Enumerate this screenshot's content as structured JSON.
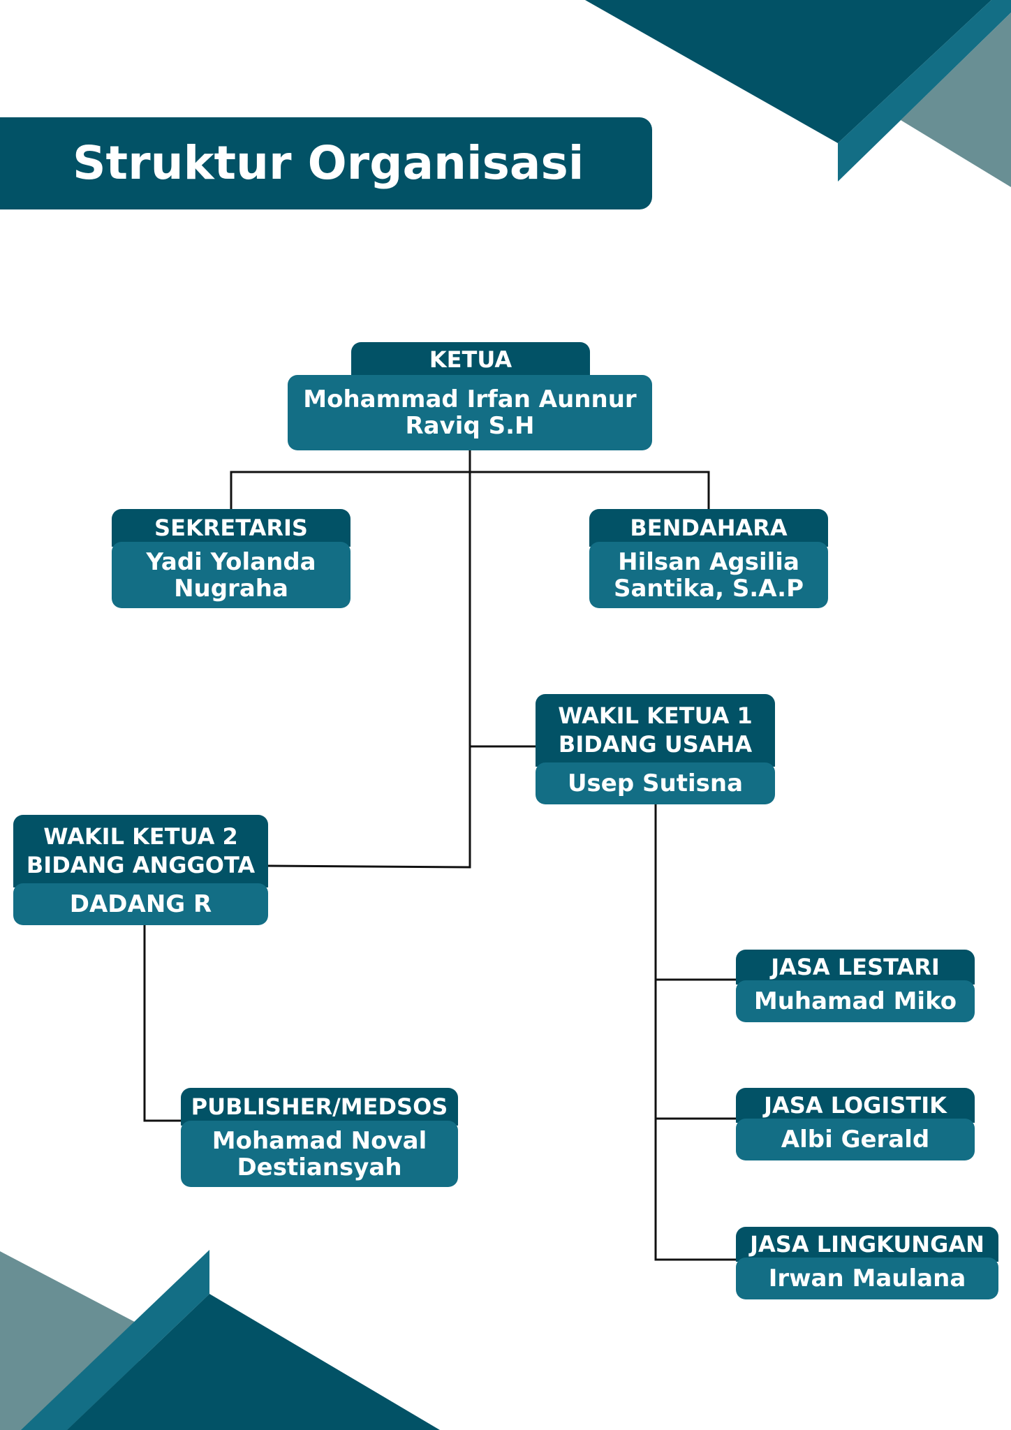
{
  "title": "Struktur Organisasi",
  "colors": {
    "dark_teal": "#025266",
    "teal": "#136e85",
    "grey_teal": "#698f94",
    "connector": "#111111"
  },
  "org": {
    "ketua": {
      "role": [
        "KETUA"
      ],
      "name": [
        "Mohammad Irfan Aunnur",
        "Raviq S.H"
      ]
    },
    "sekretaris": {
      "role": [
        "SEKRETARIS"
      ],
      "name": [
        "Yadi Yolanda",
        "Nugraha"
      ]
    },
    "bendahara": {
      "role": [
        "BENDAHARA"
      ],
      "name": [
        "Hilsan Agsilia",
        "Santika, S.A.P"
      ]
    },
    "wakil_ketua_1": {
      "role": [
        "WAKIL KETUA 1",
        "BIDANG USAHA"
      ],
      "name": [
        "Usep Sutisna"
      ]
    },
    "wakil_ketua_2": {
      "role": [
        "WAKIL KETUA 2",
        "BIDANG ANGGOTA"
      ],
      "name": [
        "DADANG R"
      ]
    },
    "publisher": {
      "role": [
        "PUBLISHER/MEDSOS"
      ],
      "name": [
        "Mohamad Noval",
        "Destiansyah"
      ]
    },
    "jasa_lestari": {
      "role": [
        "JASA LESTARI"
      ],
      "name": [
        "Muhamad Miko"
      ]
    },
    "jasa_logistik": {
      "role": [
        "JASA LOGISTIK"
      ],
      "name": [
        "Albi Gerald"
      ]
    },
    "jasa_lingkungan": {
      "role": [
        "JASA LINGKUNGAN"
      ],
      "name": [
        "Irwan Maulana"
      ]
    }
  },
  "connections": [
    [
      "ketua",
      "sekretaris"
    ],
    [
      "ketua",
      "bendahara"
    ],
    [
      "ketua",
      "wakil_ketua_1"
    ],
    [
      "ketua",
      "wakil_ketua_2"
    ],
    [
      "wakil_ketua_2",
      "publisher"
    ],
    [
      "wakil_ketua_1",
      "jasa_lestari"
    ],
    [
      "wakil_ketua_1",
      "jasa_logistik"
    ],
    [
      "wakil_ketua_1",
      "jasa_lingkungan"
    ]
  ]
}
